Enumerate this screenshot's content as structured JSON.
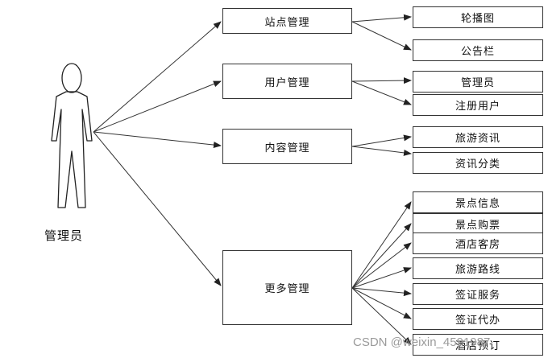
{
  "actor": {
    "label": "管理员"
  },
  "categories": [
    {
      "label": "站点管理",
      "items": [
        "轮播图",
        "公告栏"
      ]
    },
    {
      "label": "用户管理",
      "items": [
        "管理员",
        "注册用户"
      ]
    },
    {
      "label": "内容管理",
      "items": [
        "旅游资讯",
        "资讯分类"
      ]
    },
    {
      "label": "更多管理",
      "items": [
        "景点信息",
        "景点购票",
        "酒店客房",
        "旅游路线",
        "签证服务",
        "签证代办",
        "酒店预订"
      ]
    }
  ],
  "watermark": "CSDN @weixin_4591987",
  "colors": {
    "line": "#333333",
    "box_border": "#333333",
    "watermark": "#9a9a9a"
  }
}
